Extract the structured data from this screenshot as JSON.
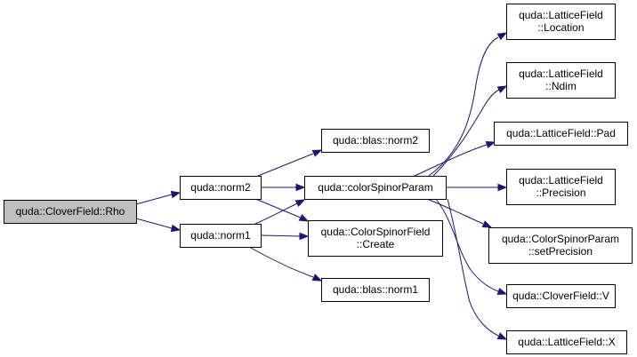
{
  "diagram": {
    "colors": {
      "edge": "#191970",
      "node_border": "#000000",
      "node_fill": "#ffffff",
      "root_fill": "#bfbfbf"
    },
    "nodes": [
      {
        "id": "rho",
        "lines": [
          "quda::CloverField::Rho"
        ],
        "root": true
      },
      {
        "id": "norm2",
        "lines": [
          "quda::norm2"
        ]
      },
      {
        "id": "norm1",
        "lines": [
          "quda::norm1"
        ]
      },
      {
        "id": "blas_norm2",
        "lines": [
          "quda::blas::norm2"
        ]
      },
      {
        "id": "colorSpinorParam",
        "lines": [
          "quda::colorSpinorParam"
        ]
      },
      {
        "id": "create",
        "lines": [
          "quda::ColorSpinorField",
          "::Create"
        ]
      },
      {
        "id": "blas_norm1",
        "lines": [
          "quda::blas::norm1"
        ]
      },
      {
        "id": "location",
        "lines": [
          "quda::LatticeField",
          "::Location"
        ]
      },
      {
        "id": "ndim",
        "lines": [
          "quda::LatticeField",
          "::Ndim"
        ]
      },
      {
        "id": "pad",
        "lines": [
          "quda::LatticeField::Pad"
        ]
      },
      {
        "id": "precision",
        "lines": [
          "quda::LatticeField",
          "::Precision"
        ]
      },
      {
        "id": "setPrecision",
        "lines": [
          "quda::ColorSpinorParam",
          "::setPrecision"
        ]
      },
      {
        "id": "clover_v",
        "lines": [
          "quda::CloverField::V"
        ]
      },
      {
        "id": "lattice_x",
        "lines": [
          "quda::LatticeField::X"
        ]
      }
    ],
    "edges": [
      {
        "from": "rho",
        "to": "norm2"
      },
      {
        "from": "rho",
        "to": "norm1"
      },
      {
        "from": "norm2",
        "to": "blas_norm2"
      },
      {
        "from": "norm2",
        "to": "colorSpinorParam"
      },
      {
        "from": "norm2",
        "to": "create"
      },
      {
        "from": "norm1",
        "to": "colorSpinorParam"
      },
      {
        "from": "norm1",
        "to": "create"
      },
      {
        "from": "norm1",
        "to": "blas_norm1"
      },
      {
        "from": "colorSpinorParam",
        "to": "location"
      },
      {
        "from": "colorSpinorParam",
        "to": "ndim"
      },
      {
        "from": "colorSpinorParam",
        "to": "pad"
      },
      {
        "from": "colorSpinorParam",
        "to": "precision"
      },
      {
        "from": "colorSpinorParam",
        "to": "setPrecision"
      },
      {
        "from": "colorSpinorParam",
        "to": "clover_v"
      },
      {
        "from": "colorSpinorParam",
        "to": "lattice_x"
      }
    ]
  }
}
